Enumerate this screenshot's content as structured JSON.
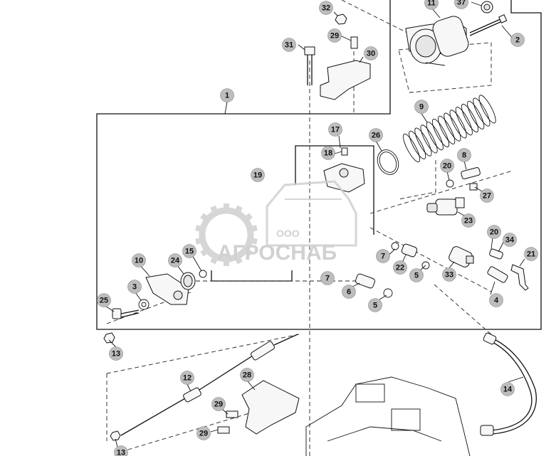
{
  "watermark": {
    "company": "ООО",
    "brand": "АГРОСНАБ"
  },
  "callouts": [
    {
      "id": "c1",
      "label": "1"
    },
    {
      "id": "c2",
      "label": "2"
    },
    {
      "id": "c3",
      "label": "3"
    },
    {
      "id": "c4",
      "label": "4"
    },
    {
      "id": "c5a",
      "label": "5"
    },
    {
      "id": "c5b",
      "label": "5"
    },
    {
      "id": "c6",
      "label": "6"
    },
    {
      "id": "c7a",
      "label": "7"
    },
    {
      "id": "c7b",
      "label": "7"
    },
    {
      "id": "c8",
      "label": "8"
    },
    {
      "id": "c9",
      "label": "9"
    },
    {
      "id": "c10",
      "label": "10"
    },
    {
      "id": "c11",
      "label": "11"
    },
    {
      "id": "c12",
      "label": "12"
    },
    {
      "id": "c13a",
      "label": "13"
    },
    {
      "id": "c13b",
      "label": "13"
    },
    {
      "id": "c14",
      "label": "14"
    },
    {
      "id": "c15",
      "label": "15"
    },
    {
      "id": "c17",
      "label": "17"
    },
    {
      "id": "c18",
      "label": "18"
    },
    {
      "id": "c19",
      "label": "19"
    },
    {
      "id": "c20a",
      "label": "20"
    },
    {
      "id": "c20b",
      "label": "20"
    },
    {
      "id": "c21",
      "label": "21"
    },
    {
      "id": "c22",
      "label": "22"
    },
    {
      "id": "c23",
      "label": "23"
    },
    {
      "id": "c24",
      "label": "24"
    },
    {
      "id": "c25",
      "label": "25"
    },
    {
      "id": "c26",
      "label": "26"
    },
    {
      "id": "c27",
      "label": "27"
    },
    {
      "id": "c28",
      "label": "28"
    },
    {
      "id": "c29a",
      "label": "29"
    },
    {
      "id": "c29b",
      "label": "29"
    },
    {
      "id": "c29c",
      "label": "29"
    },
    {
      "id": "c30",
      "label": "30"
    },
    {
      "id": "c31",
      "label": "31"
    },
    {
      "id": "c32",
      "label": "32"
    },
    {
      "id": "c33",
      "label": "33"
    },
    {
      "id": "c34",
      "label": "34"
    },
    {
      "id": "c37",
      "label": "37"
    }
  ]
}
